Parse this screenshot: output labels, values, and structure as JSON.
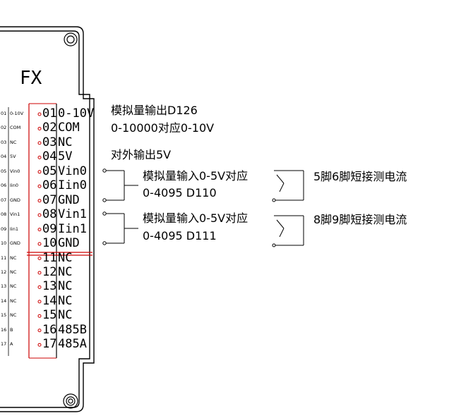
{
  "title": "FX",
  "pins": [
    {
      "num": "01",
      "signal": "0-10V",
      "small": "0-10V"
    },
    {
      "num": "02",
      "signal": "COM",
      "small": "COM"
    },
    {
      "num": "03",
      "signal": "NC",
      "small": "NC"
    },
    {
      "num": "04",
      "signal": "5V",
      "small": "5V"
    },
    {
      "num": "05",
      "signal": "Vin0",
      "small": "Vin0"
    },
    {
      "num": "06",
      "signal": "Iin0",
      "small": "Iin0"
    },
    {
      "num": "07",
      "signal": "GND",
      "small": "GND"
    },
    {
      "num": "08",
      "signal": "Vin1",
      "small": "Vin1"
    },
    {
      "num": "09",
      "signal": "Iin1",
      "small": "Iin1"
    },
    {
      "num": "10",
      "signal": "GND",
      "small": "GND"
    },
    {
      "num": "11",
      "signal": "NC",
      "small": "NC"
    },
    {
      "num": "12",
      "signal": "NC",
      "small": "NC"
    },
    {
      "num": "13",
      "signal": "NC",
      "small": "NC"
    },
    {
      "num": "14",
      "signal": "NC",
      "small": "NC"
    },
    {
      "num": "15",
      "signal": "NC",
      "small": "NC"
    },
    {
      "num": "16",
      "signal": "485B",
      "small": "B"
    },
    {
      "num": "17",
      "signal": "485A",
      "small": "A"
    }
  ],
  "small_numbers": [
    "01",
    "02",
    "03",
    "04",
    "05",
    "06",
    "07",
    "08",
    "09",
    "10",
    "11",
    "12",
    "13",
    "14",
    "15",
    "16",
    "17"
  ],
  "annotations": {
    "analog_out_line1": "模拟量输出D126",
    "analog_out_line2": "0-10000对应0-10V",
    "ext_5v": "对外输出5V",
    "in0_line1": "模拟量输入0-5V对应",
    "in0_line2": "0-4095 D110",
    "in0_short": "5脚6脚短接测电流",
    "in1_line1": "模拟量输入0-5V对应",
    "in1_line2": "0-4095 D111",
    "in1_short": "8脚9脚短接测电流"
  },
  "colors": {
    "line": "#000000",
    "accent": "#cc0000"
  }
}
